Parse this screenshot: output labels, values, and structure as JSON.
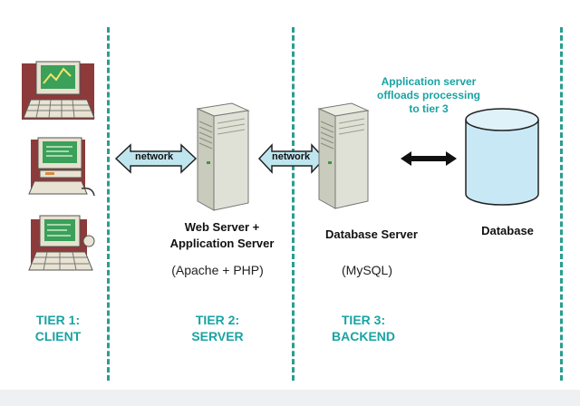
{
  "tiers": [
    {
      "line1": "TIER 1:",
      "line2": "CLIENT"
    },
    {
      "line1": "TIER 2:",
      "line2": "SERVER"
    },
    {
      "line1": "TIER 3:",
      "line2": "BACKEND"
    }
  ],
  "arrows": {
    "network_1": "network",
    "network_2": "network"
  },
  "web_server": {
    "line1": "Web Server +",
    "line2": "Application Server",
    "stack": "(Apache + PHP)"
  },
  "db_server": {
    "label": "Database Server",
    "stack": "(MySQL)"
  },
  "database": {
    "label": "Database"
  },
  "note": {
    "line1": "Application server",
    "line2": "offloads processing",
    "line3": "to tier 3"
  },
  "colors": {
    "accent": "#1aa3a3",
    "divider": "#2a9d8f",
    "arrow_fill": "#bfe6ee",
    "server_body": "#d9dccf",
    "db_fill": "#c9e8f5"
  }
}
